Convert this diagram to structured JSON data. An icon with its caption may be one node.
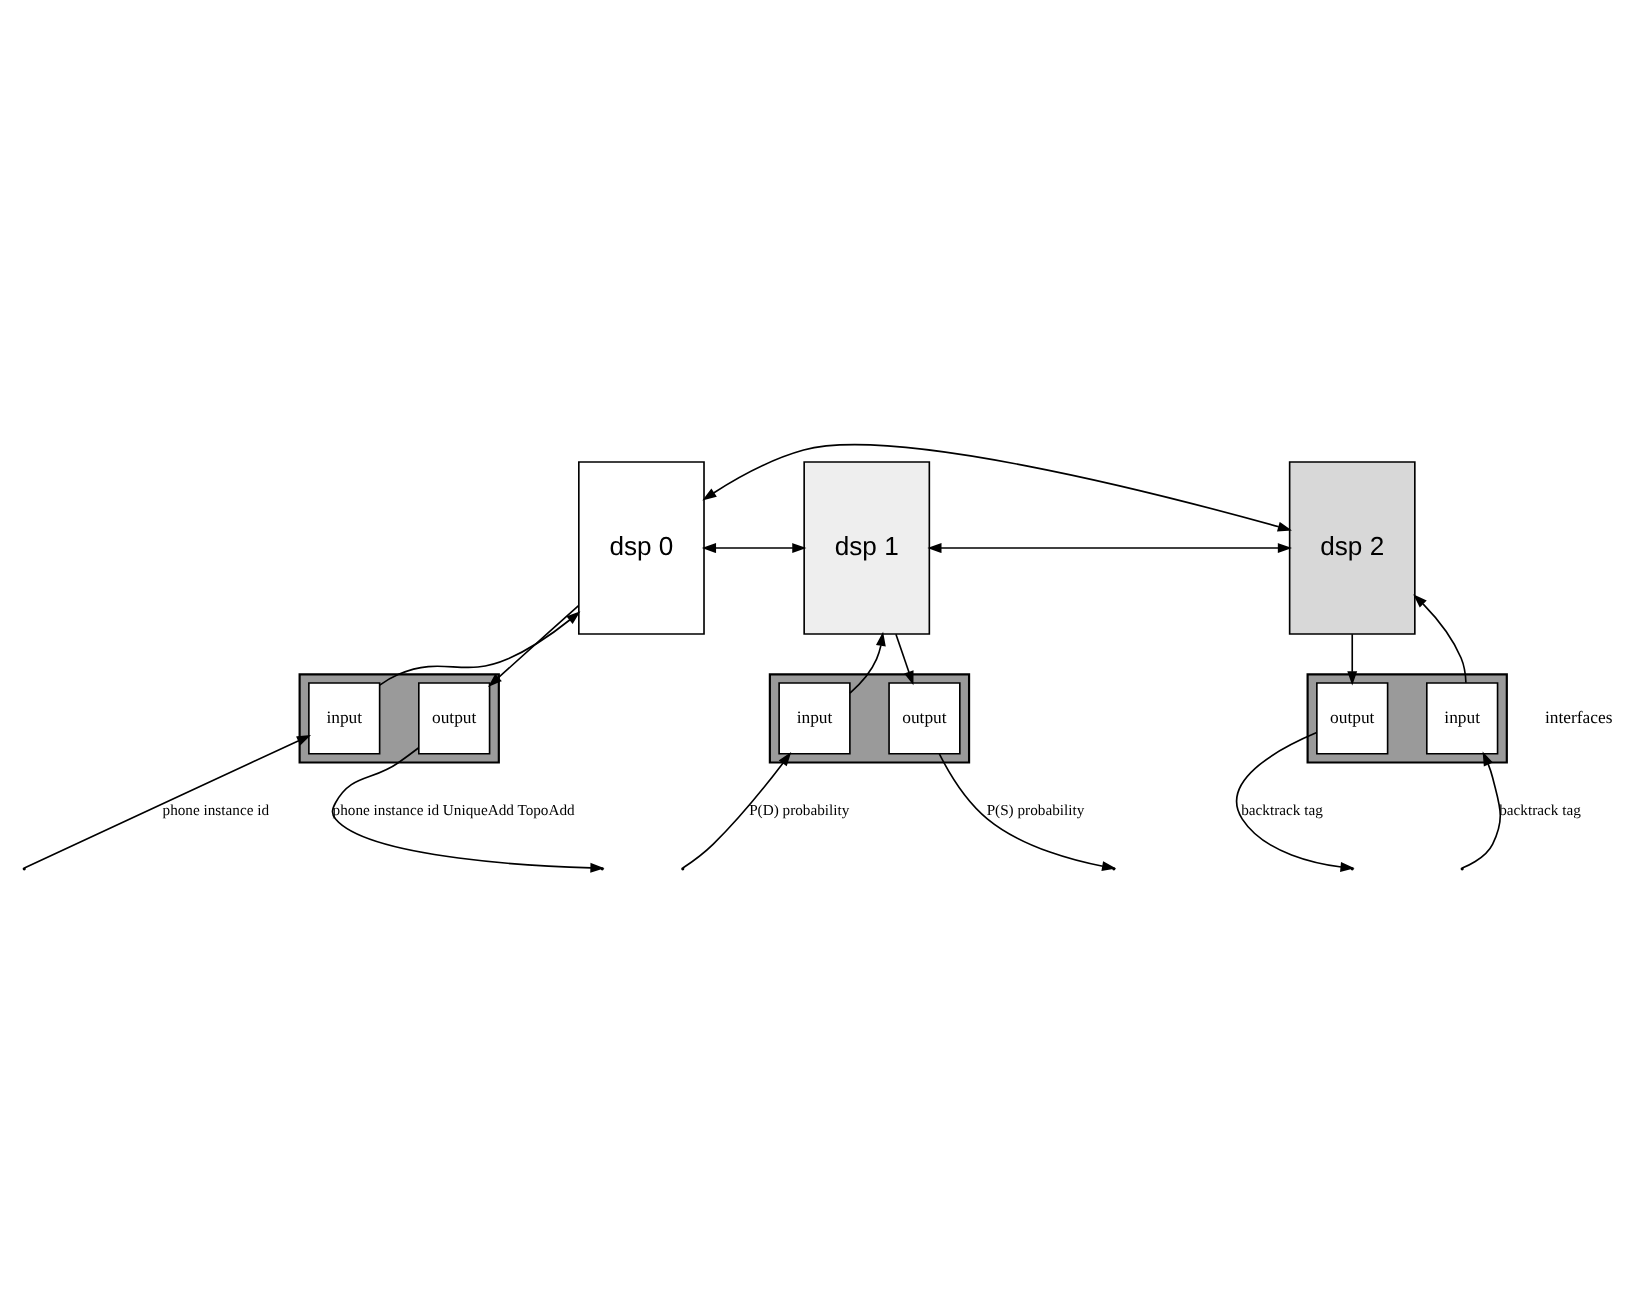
{
  "diagram": {
    "nodes": [
      {
        "text": [
          "dsp 0"
        ]
      },
      {
        "text": [
          "dsp 1"
        ]
      },
      {
        "text": [
          "dsp 2"
        ]
      },
      {
        "text": [],
        "shape": "box"
      },
      {
        "text": [
          "input"
        ],
        "in": 3
      },
      {
        "text": [
          "output"
        ],
        "in": 3
      },
      {
        "text": [],
        "shape": "box"
      },
      {
        "text": [
          "input"
        ],
        "in": 6
      },
      {
        "text": [
          "output"
        ],
        "in": 6
      },
      {
        "text": [],
        "shape": "box"
      },
      {
        "text": [
          "input"
        ],
        "in": 9
      },
      {
        "text": [
          "output"
        ],
        "in": 9
      }
    ],
    "edges": [
      {
        "from": 0,
        "to": 2,
        "arrow": "both"
      },
      {
        "from": 0,
        "to": 1,
        "arrow": "both"
      },
      {
        "from": 1,
        "to": 2,
        "arrow": "both"
      },
      {
        "from": 4,
        "to": 0,
        "arrow": "to"
      },
      {
        "from": 0,
        "to": 5,
        "arrow": "to"
      },
      {
        "from": 7,
        "to": 1,
        "arrow": "to"
      },
      {
        "from": 1,
        "to": 8,
        "arrow": "to"
      },
      {
        "from": 10,
        "to": 2,
        "arrow": "to"
      },
      {
        "from": 2,
        "to": 11,
        "arrow": "to"
      },
      {
        "from": null,
        "to": 4,
        "arrow": "to",
        "label": "phone instance id"
      },
      {
        "from": 5,
        "to": null,
        "arrow": "to",
        "label": "phone instance id UniqueAdd TopoAdd"
      },
      {
        "from": null,
        "to": 7,
        "arrow": "to",
        "label": "P(D) probability"
      },
      {
        "from": 8,
        "to": null,
        "arrow": "to",
        "label": "P(S) probability"
      },
      {
        "from": null,
        "to": 10,
        "arrow": "to",
        "label": "backtrack tag"
      },
      {
        "from": 11,
        "to": null,
        "arrow": "to",
        "label": "backtrack tag"
      }
    ],
    "labels": [
      "interfaces"
    ]
  }
}
